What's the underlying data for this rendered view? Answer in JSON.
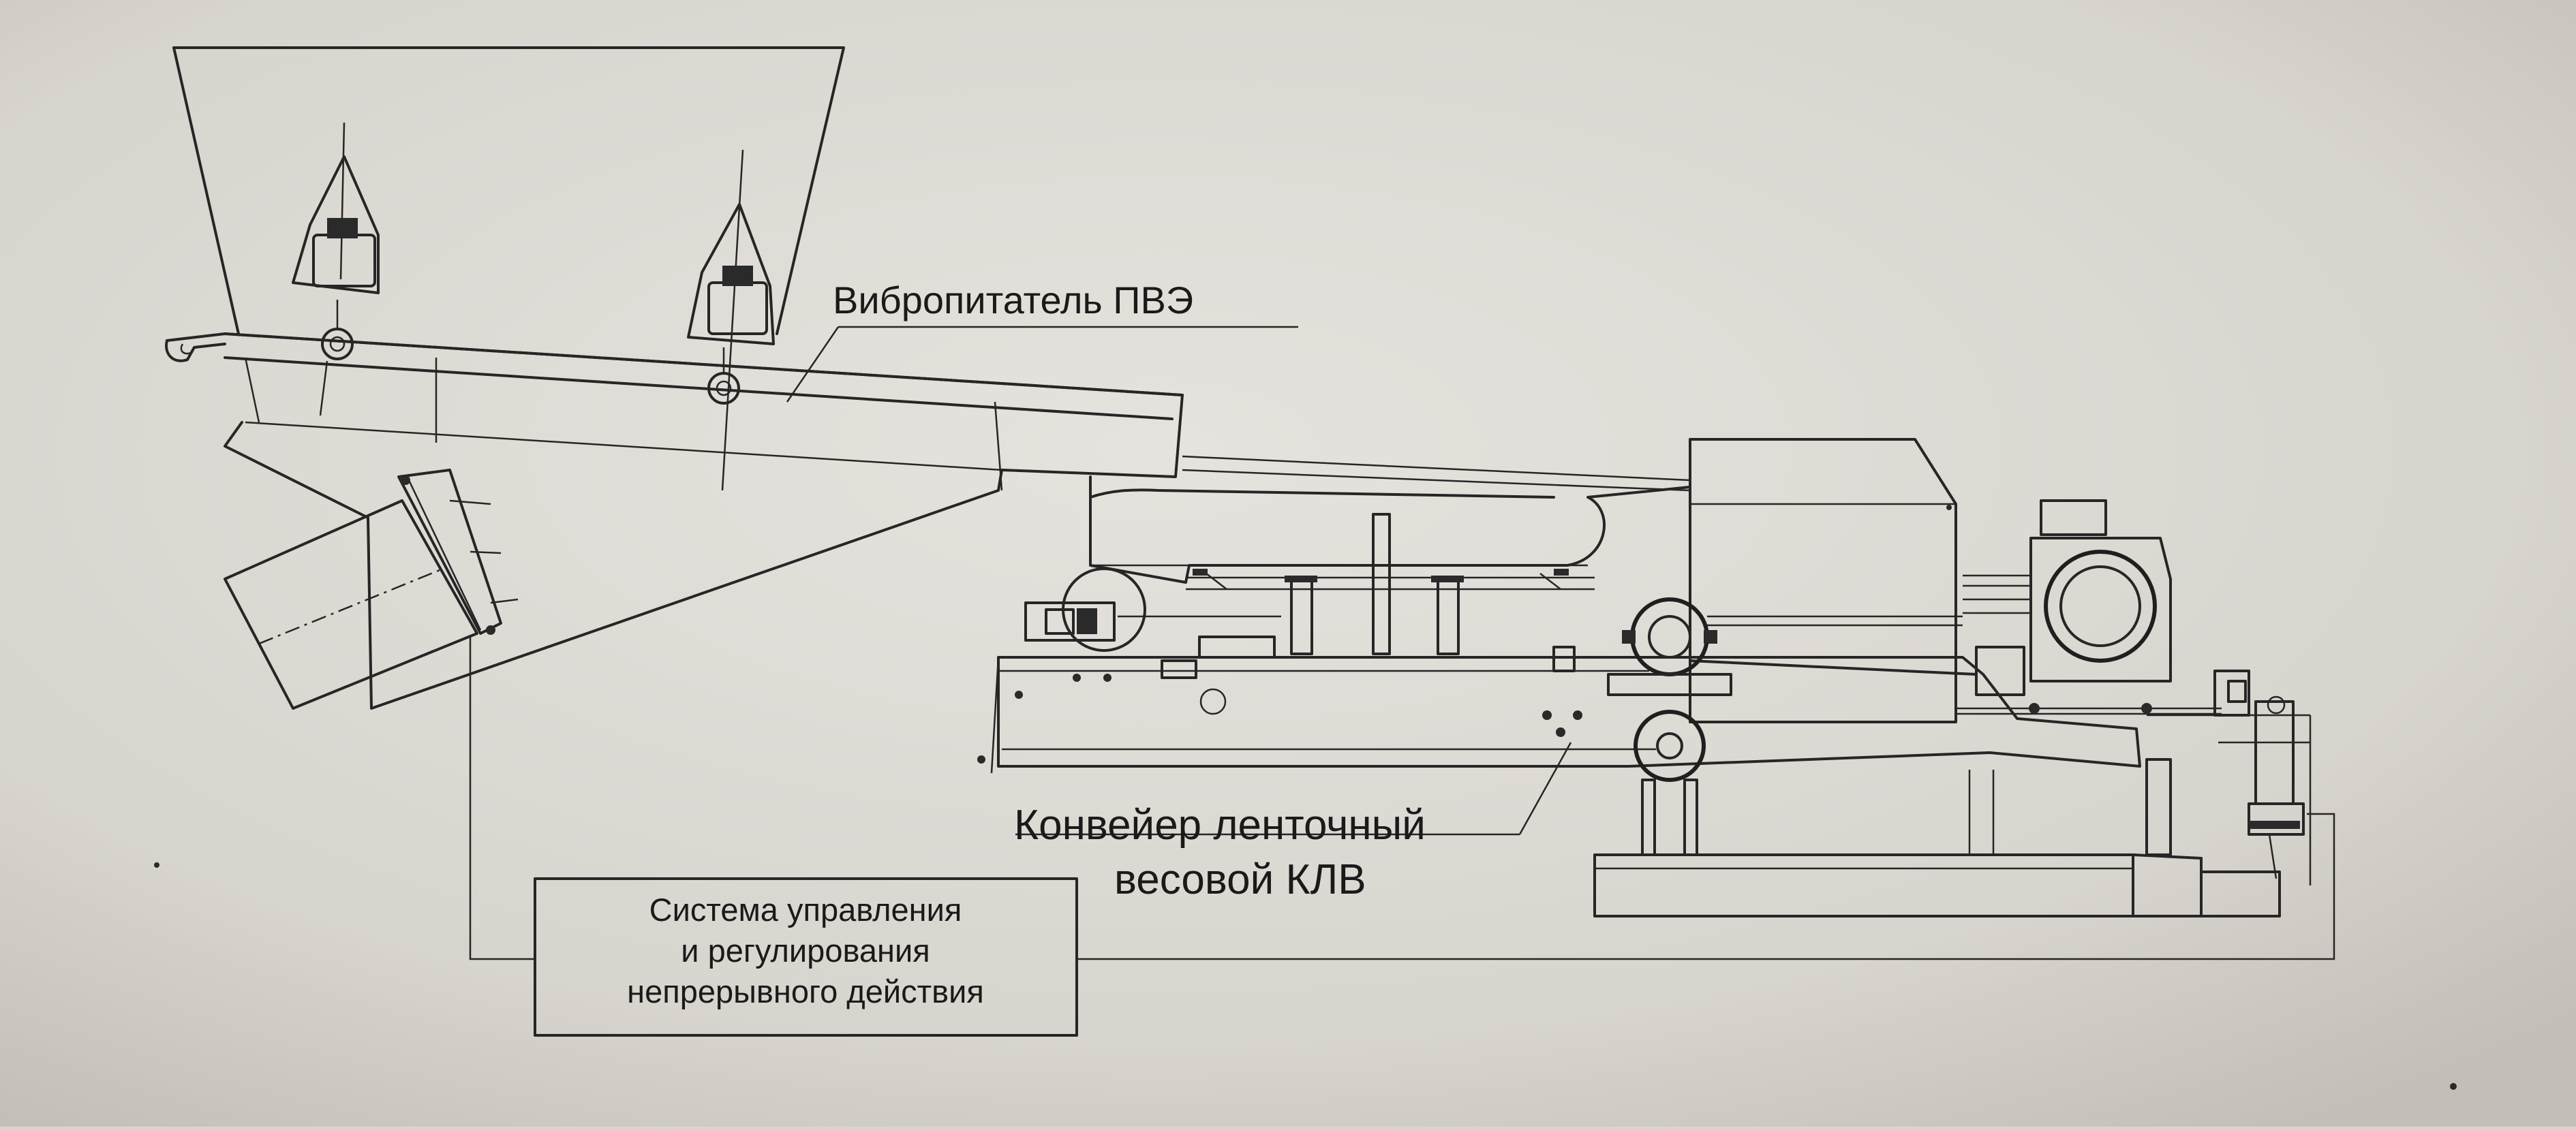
{
  "labels": {
    "feeder": "Вибропитатель ПВЭ",
    "conveyor_line1": "Конвейер ленточный",
    "conveyor_line2": "весовой КЛВ",
    "control_line1": "Система управления",
    "control_line2": "и регулирования",
    "control_line3": "непрерывного действия"
  }
}
